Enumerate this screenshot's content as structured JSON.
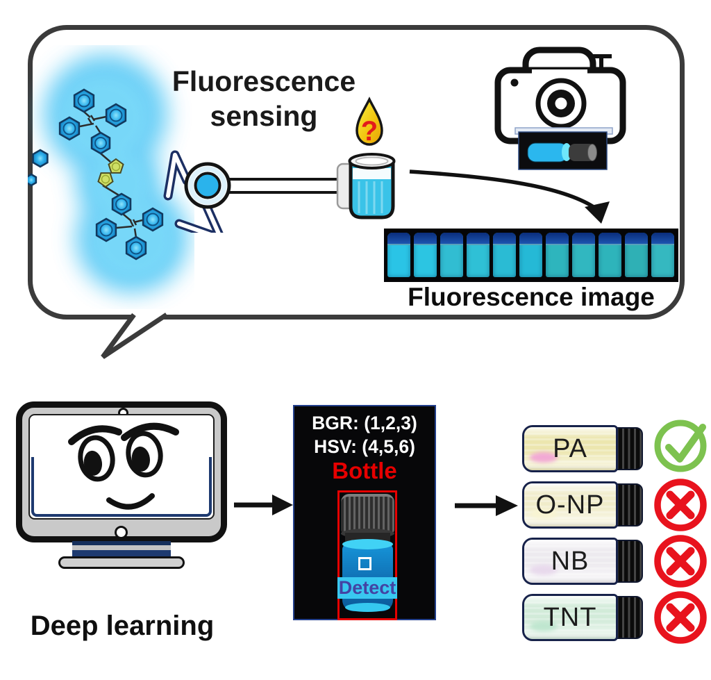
{
  "colors": {
    "outline": "#3b3b3b",
    "glow_blue": "#55c8f5",
    "ring_blue": "#2ab3ec",
    "thiophene_yellow": "#cfe066",
    "droplet_gold": "#f2c711",
    "liquid_cyan": "#3ac3e8",
    "navy": "#1e3a70",
    "panel_border": "#23408c",
    "bottle_red": "#e60000",
    "detect_blue": "#4343a3",
    "detect_band": "#39c8f0",
    "pass_green": "#7dc24f",
    "fail_red": "#e8131d"
  },
  "icons": {
    "camera": "camera-icon",
    "unknown_analyte": "question-droplet-icon",
    "pass": "check-icon",
    "fail": "cross-icon"
  },
  "bubble": {
    "title_line1": "Fluorescence",
    "title_line2": "sensing",
    "droplet_mark": "?",
    "image_label": "Fluorescence image",
    "strip_vials": [
      "#2ac4e6",
      "#2cc5e2",
      "#31bdd2",
      "#2fc0d6",
      "#2abbd4",
      "#25b9d6",
      "#2eb5bd",
      "#31b7c0",
      "#2eb4bb",
      "#2fb0b5",
      "#35b8c0"
    ]
  },
  "deep_learning": {
    "label": "Deep learning"
  },
  "panel": {
    "bgr_text": "BGR: (1,2,3)",
    "hsv_text": "HSV: (4,5,6)",
    "class_label": "Bottle",
    "detect_label": "Detect"
  },
  "results": {
    "items": [
      {
        "label": "PA",
        "status": "pass",
        "body": "#ece6af",
        "tint": "#f2a9d4"
      },
      {
        "label": "O-NP",
        "status": "fail",
        "body": "#f0ecca",
        "tint": "#f8f4d2"
      },
      {
        "label": "NB",
        "status": "fail",
        "body": "#edeaef",
        "tint": "#e8d9ec"
      },
      {
        "label": "TNT",
        "status": "fail",
        "body": "#d2ebd9",
        "tint": "#bfe6cf"
      }
    ]
  }
}
